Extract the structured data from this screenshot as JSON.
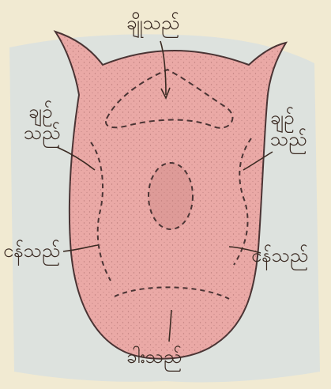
{
  "labels": {
    "top": "ချိုသည်",
    "left_upper_1": "ချဉ်",
    "left_upper_2": "သည်",
    "right_upper_1": "ချဉ်",
    "right_upper_2": "သည်",
    "left_lower": "ငန်သည်",
    "right_lower": "ငန်သည်",
    "bottom": "ခါးသည်"
  },
  "colors": {
    "paper": "#f1ead2",
    "wash": "#d6dfe2",
    "tongue_fill": "#eaa9a6",
    "tongue_outline": "#4a3434",
    "zone_dash": "#4a3434",
    "text": "#3a2a22"
  }
}
